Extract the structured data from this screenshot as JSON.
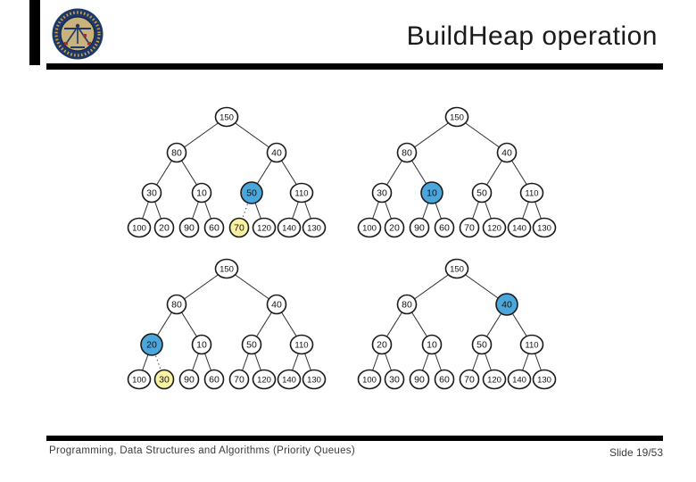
{
  "slide": {
    "title": "BuildHeap operation",
    "footer_left": "Programming, Data Structures and Algorithms (Priority Queues)",
    "footer_right": "Slide 19/53"
  },
  "colors": {
    "highlight_blue": "#4BA6DB",
    "highlight_yellow": "#F8F2A2",
    "node_fill": "#FFFFFF",
    "node_stroke": "#1A1A1A",
    "edge": "#2B2B2B",
    "dotted_edge": "#555555",
    "rule": "#000000",
    "seal_navy": "#1D3869",
    "seal_tan": "#C9B27C",
    "seal_gold": "#C9A24A",
    "seal_red": "#A03030"
  },
  "trees": [
    {
      "name": "buildheap-step-1",
      "values": [
        150,
        80,
        40,
        30,
        10,
        50,
        110,
        100,
        20,
        90,
        60,
        70,
        120,
        140,
        130
      ],
      "blue_index": 5,
      "yellow_index": 11,
      "dotted_edges": [
        [
          5,
          11
        ]
      ]
    },
    {
      "name": "buildheap-step-2",
      "values": [
        150,
        80,
        40,
        30,
        10,
        50,
        110,
        100,
        20,
        90,
        60,
        70,
        120,
        140,
        130
      ],
      "blue_index": 4,
      "yellow_index": -1,
      "dotted_edges": []
    },
    {
      "name": "buildheap-step-3",
      "values": [
        150,
        80,
        40,
        20,
        10,
        50,
        110,
        100,
        30,
        90,
        60,
        70,
        120,
        140,
        130
      ],
      "blue_index": 3,
      "yellow_index": 8,
      "dotted_edges": [
        [
          3,
          8
        ]
      ]
    },
    {
      "name": "buildheap-step-4",
      "values": [
        150,
        80,
        40,
        20,
        10,
        50,
        110,
        100,
        30,
        90,
        60,
        70,
        120,
        140,
        130
      ],
      "blue_index": 2,
      "yellow_index": -1,
      "dotted_edges": []
    }
  ]
}
